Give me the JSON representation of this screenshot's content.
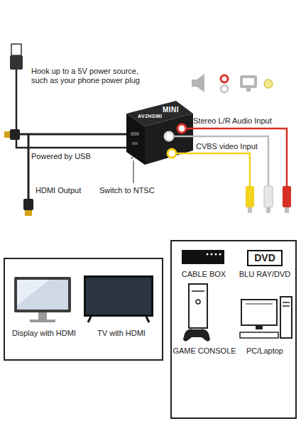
{
  "diagram": {
    "nodes": [
      {
        "text": [
          "Display with HDMI",
          "TV with HDMI"
        ]
      },
      {
        "text": [
          "CABLE BOX",
          "BLU RAY/DVD",
          "GAME CONSOLE",
          "PC/Laptop"
        ]
      },
      {
        "text": [
          "DVD"
        ],
        "in": 1
      }
    ],
    "labels": [
      "Hook up to a 5V power source, such as your phone power plug",
      "AV2HDMI",
      "MINI",
      "Stereo L/R Audio Input",
      "CVBS video Input",
      "Powered by USB",
      "HDMI Output",
      "Switch to NTSC"
    ]
  }
}
